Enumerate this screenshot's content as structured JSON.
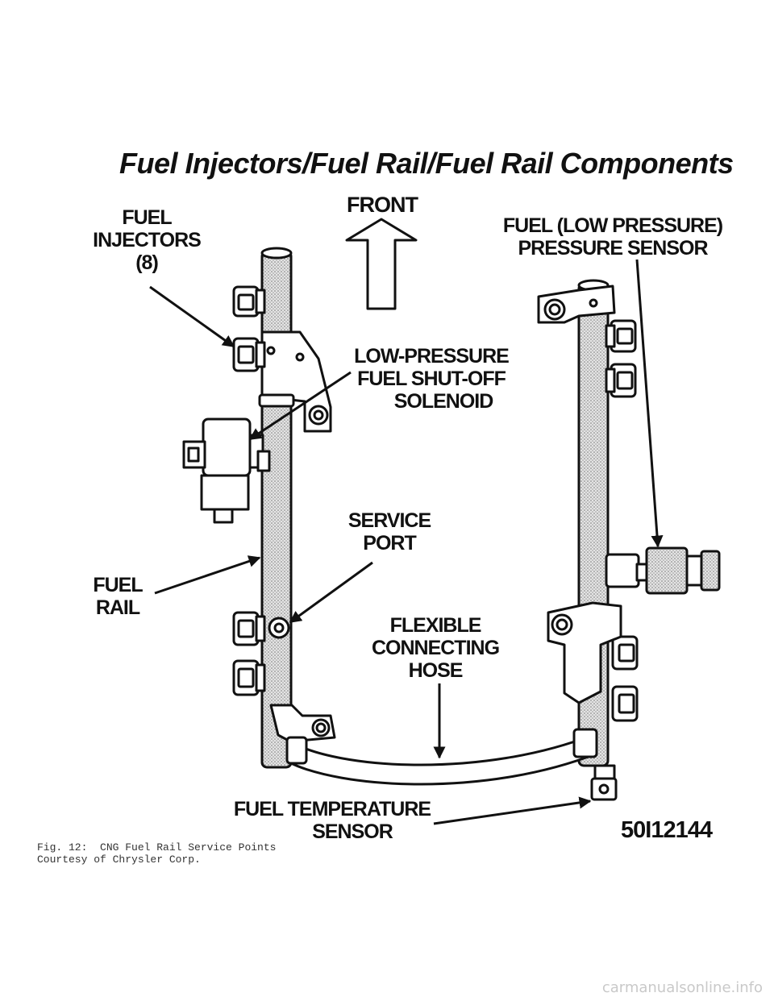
{
  "diagram": {
    "title": "Fuel Injectors/Fuel Rail/Fuel Rail Components",
    "labels": {
      "front": "FRONT",
      "fuel_injectors": [
        "FUEL",
        "INJECTORS",
        "(8)"
      ],
      "pressure_sensor": [
        "FUEL (LOW PRESSURE)",
        "PRESSURE SENSOR"
      ],
      "shutoff_solenoid": [
        "LOW-PRESSURE",
        "FUEL SHUT-OFF",
        "SOLENOID"
      ],
      "service_port": [
        "SERVICE",
        "PORT"
      ],
      "fuel_rail": [
        "FUEL",
        "RAIL"
      ],
      "flexible_hose": [
        "FLEXIBLE",
        "CONNECTING",
        "HOSE"
      ],
      "temperature_sensor": [
        "FUEL TEMPERATURE",
        "SENSOR"
      ]
    },
    "figure_id": "50I12144"
  },
  "caption": {
    "line1": "Fig. 12:  CNG Fuel Rail Service Points",
    "line2": "Courtesy of Chrysler Corp."
  },
  "watermark": "carmanualsonline.info"
}
